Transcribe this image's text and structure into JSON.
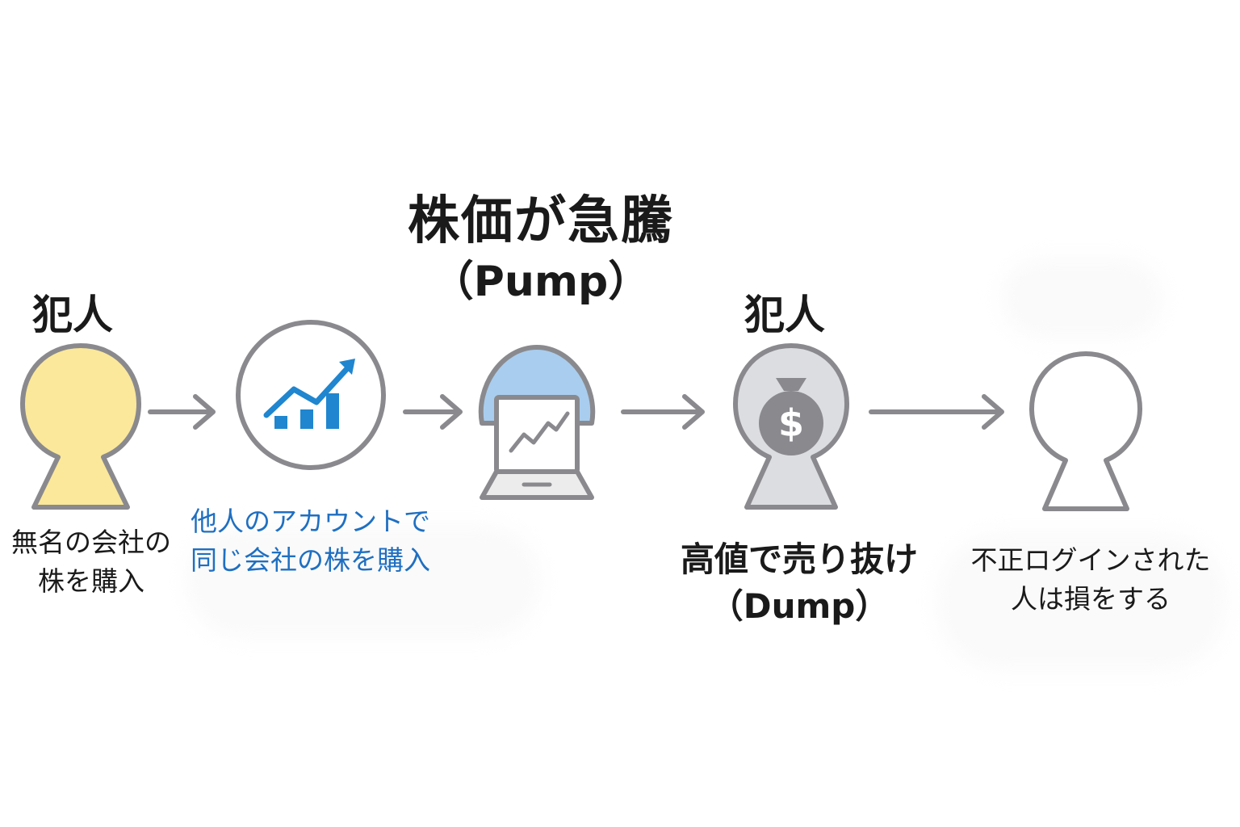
{
  "title": {
    "main": "株価が急騰",
    "sub": "（Pump）"
  },
  "labels": {
    "culprit_left": "犯人",
    "culprit_right": "犯人"
  },
  "captions": {
    "step1": [
      "無名の会社の",
      "株を購入"
    ],
    "step2": [
      "他人のアカウントで",
      "同じ会社の株を購入"
    ],
    "step4": [
      "高値で売り抜け",
      "（Dump）"
    ],
    "step5": [
      "不正ログインされた",
      "人は損をする"
    ]
  },
  "icons": {
    "person_yellow": "person-keyhole-icon",
    "chart": "rising-chart-icon",
    "laptop": "laptop-chart-icon",
    "moneybag": "money-bag-icon",
    "dollar_sign": "$",
    "person_empty": "person-keyhole-icon",
    "arrow": "arrow-right-icon"
  },
  "colors": {
    "yellow_fill": "#fbe89a",
    "blue_fill": "#a9cdee",
    "gray_fill": "#dcdde0",
    "outline": "#8a8a8e",
    "chart_blue": "#1f86cf",
    "caption_blue": "#1f6fc1"
  }
}
